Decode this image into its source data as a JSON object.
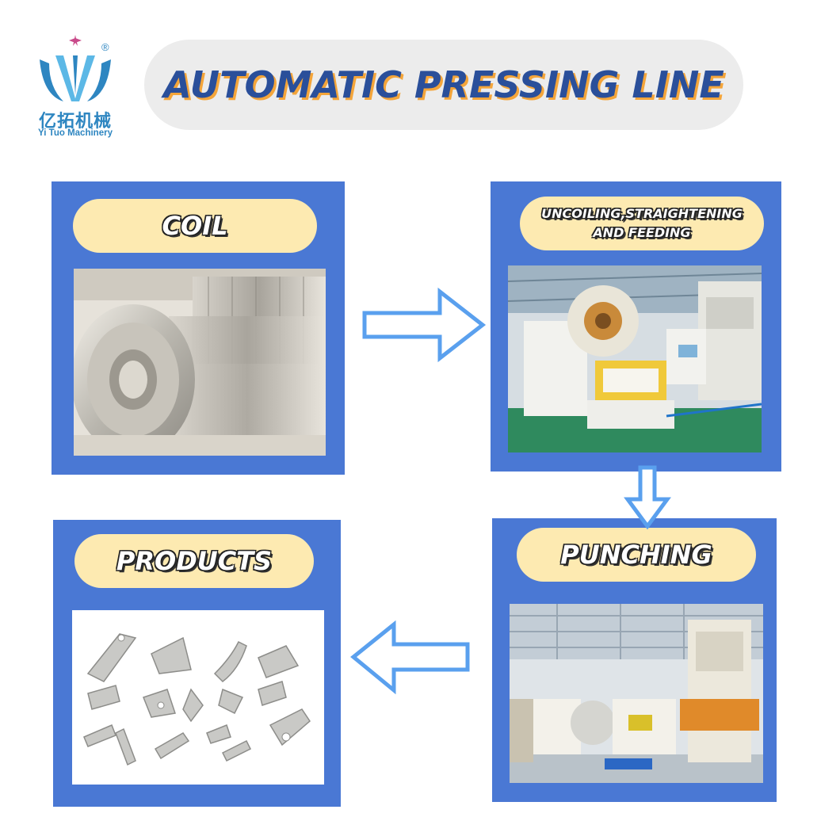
{
  "brand": {
    "name_cn": "亿拓机械",
    "name_en": "Yi Tuo Machinery",
    "registered_mark": "®",
    "color": "#2e86c1"
  },
  "title": "AUTOMATIC PRESSING LINE",
  "steps": [
    {
      "label": "COIL",
      "image": "steel-coils-photo"
    },
    {
      "label_line1": "UNCOILING,STRAIGHTENING",
      "label_line2": "AND FEEDING",
      "image": "uncoiler-straightener-feeder-photo"
    },
    {
      "label": "PUNCHING",
      "image": "punching-press-line-photo"
    },
    {
      "label": "PRODUCTS",
      "image": "stamped-metal-parts-photo"
    }
  ],
  "colors": {
    "card_blue": "#4a78d4",
    "pill_cream": "#fdeab1",
    "title_blue": "#2a4f9a",
    "title_shadow": "#f4a53a",
    "arrow_outline": "#5aa0ee"
  }
}
